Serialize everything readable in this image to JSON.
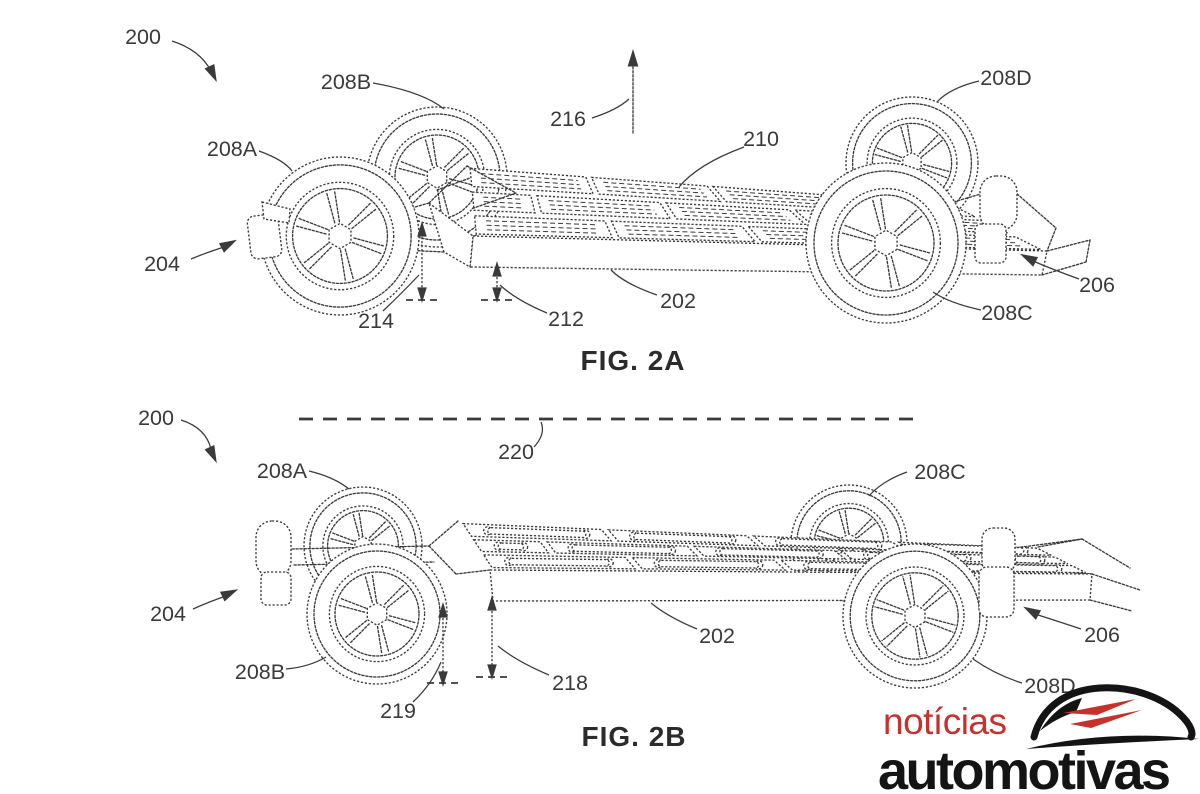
{
  "fig2a": {
    "caption": "FIG. 2A",
    "refs": {
      "r200": "200",
      "r202": "202",
      "r204": "204",
      "r206": "206",
      "r208a": "208A",
      "r208b": "208B",
      "r208c": "208C",
      "r208d": "208D",
      "r210": "210",
      "r212": "212",
      "r214": "214",
      "r216": "216"
    }
  },
  "fig2b": {
    "caption": "FIG. 2B",
    "refs": {
      "r200": "200",
      "r202": "202",
      "r204": "204",
      "r206": "206",
      "r208a": "208A",
      "r208b": "208B",
      "r208c": "208C",
      "r208d": "208D",
      "r218": "218",
      "r219": "219",
      "r220": "220"
    }
  },
  "watermark": {
    "word_top": "notícias",
    "word_bottom": "automotivas",
    "icon": "car-silhouette-icon",
    "color_red": "#c8312b",
    "color_black": "#141414"
  },
  "drawing": {
    "line_color": "#3a3a3a"
  }
}
